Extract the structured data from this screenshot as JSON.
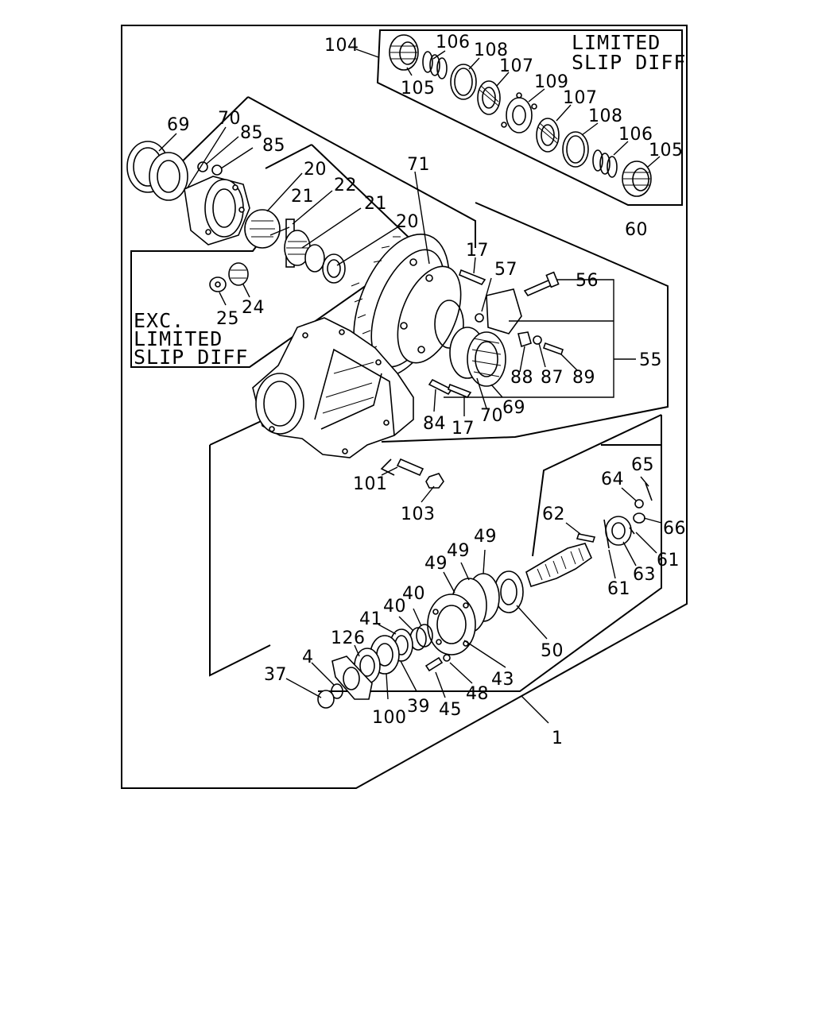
{
  "notes": {
    "lsd": [
      "LIMITED",
      "SLIP DIFF"
    ],
    "exc": [
      "EXC.",
      "LIMITED",
      "SLIP DIFF"
    ]
  },
  "callouts": {
    "c104": "104",
    "c106a": "106",
    "c108a": "108",
    "c105a": "105",
    "c107a": "107",
    "c109": "109",
    "c107b": "107",
    "c108b": "108",
    "c106b": "106",
    "c105b": "105",
    "c70a": "70",
    "c69a": "69",
    "c85a": "85",
    "c85b": "85",
    "c20a": "20",
    "c71": "71",
    "c21a": "21",
    "c22": "22",
    "c21b": "21",
    "c20b": "20",
    "c17a": "17",
    "c60": "60",
    "c57": "57",
    "c56": "56",
    "c24": "24",
    "c25": "25",
    "c55": "55",
    "c88": "88",
    "c87": "87",
    "c89": "89",
    "c84": "84",
    "c17b": "17",
    "c70b": "70",
    "c69b": "69",
    "c101": "101",
    "c103": "103",
    "c65": "65",
    "c64": "64",
    "c66": "66",
    "c62": "62",
    "c61a": "61",
    "c63": "63",
    "c61b": "61",
    "c49a": "49",
    "c49b": "49",
    "c49c": "49",
    "c40a": "40",
    "c40b": "40",
    "c41": "41",
    "c126": "126",
    "c4": "4",
    "c37": "37",
    "c100": "100",
    "c39": "39",
    "c45": "45",
    "c48": "48",
    "c43": "43",
    "c50": "50",
    "c1": "1"
  }
}
